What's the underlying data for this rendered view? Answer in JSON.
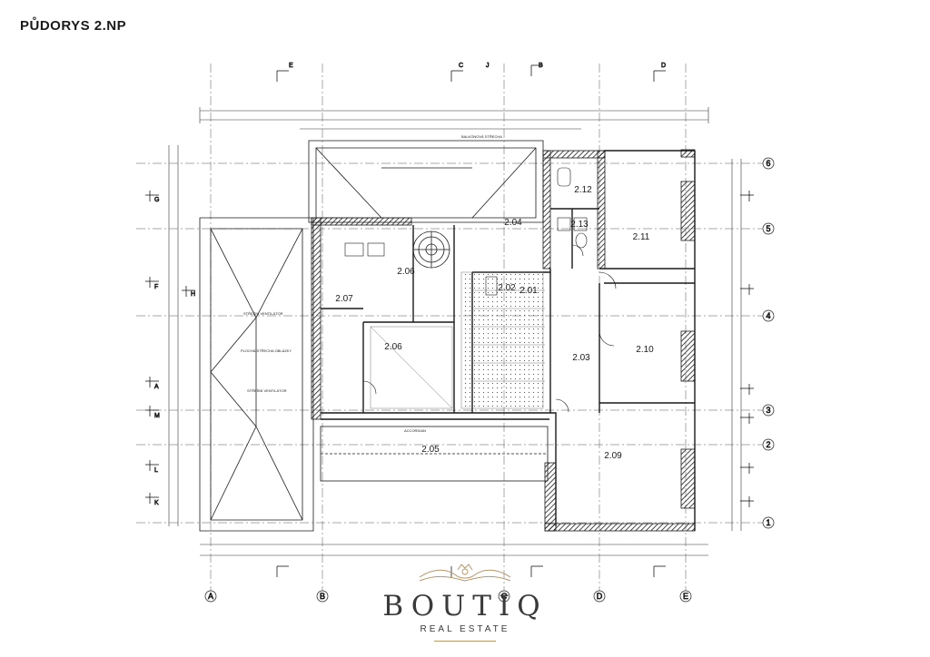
{
  "title": "PŮDORYS 2.NP",
  "brand": {
    "name": "BOUTIQ",
    "tagline": "REAL ESTATE",
    "accent_color": "#b8976a",
    "ornament_icon": "crown-ornament-icon"
  },
  "colors": {
    "line": "#1a1a1a",
    "wall_fill": "#555555",
    "hatch": "#999999",
    "background": "#ffffff"
  },
  "rooms": [
    {
      "id": "2.01"
    },
    {
      "id": "2.02"
    },
    {
      "id": "2.03"
    },
    {
      "id": "2.04"
    },
    {
      "id": "2.05"
    },
    {
      "id": "2.06"
    },
    {
      "id": "2.06"
    },
    {
      "id": "2.07"
    },
    {
      "id": "2.09"
    },
    {
      "id": "2.10"
    },
    {
      "id": "2.11"
    },
    {
      "id": "2.12"
    },
    {
      "id": "2.13"
    }
  ],
  "axes_top": [
    "E",
    "C",
    "J",
    "B",
    "D"
  ],
  "axes_bottom": [
    "A",
    "B",
    "C",
    "D",
    "E"
  ],
  "axes_right": [
    "6",
    "5",
    "4",
    "3",
    "2",
    "1"
  ],
  "axes_left": [
    "G",
    "F",
    "H",
    "A",
    "M",
    "L",
    "K"
  ],
  "notes": {
    "roof_area_left": "PLOCHÁ STŘECHA OBLÁZKY",
    "roof_vent": "STŘEŠNÍ VENTILÁTOR",
    "balcony": "BALKÓNOVÁ STŘECHA",
    "accordion": "ACCORDIAN"
  }
}
